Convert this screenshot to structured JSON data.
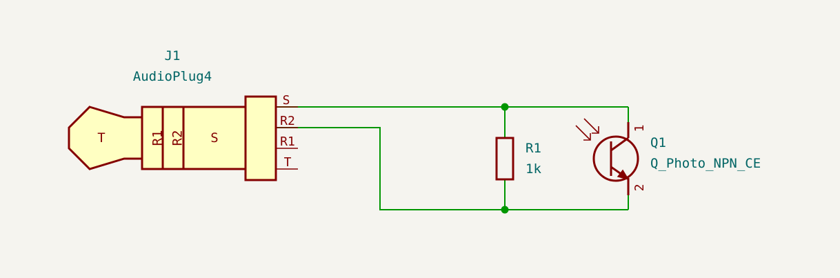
{
  "colors": {
    "background": "#f5f4ef",
    "wire": "#009600",
    "symbol_outline": "#840000",
    "symbol_fill": "#ffffc2",
    "reference_text": "#006464"
  },
  "j1": {
    "reference": "J1",
    "value": "AudioPlug4",
    "segments": {
      "tip": "T",
      "ring1": "R1",
      "ring2": "R2",
      "sleeve": "S"
    },
    "pins": {
      "s": "S",
      "r2": "R2",
      "r1": "R1",
      "t": "T"
    }
  },
  "r1": {
    "reference": "R1",
    "value": "1k"
  },
  "q1": {
    "reference": "Q1",
    "value": "Q_Photo_NPN_CE",
    "pins": {
      "p1": "1",
      "p2": "2"
    }
  }
}
